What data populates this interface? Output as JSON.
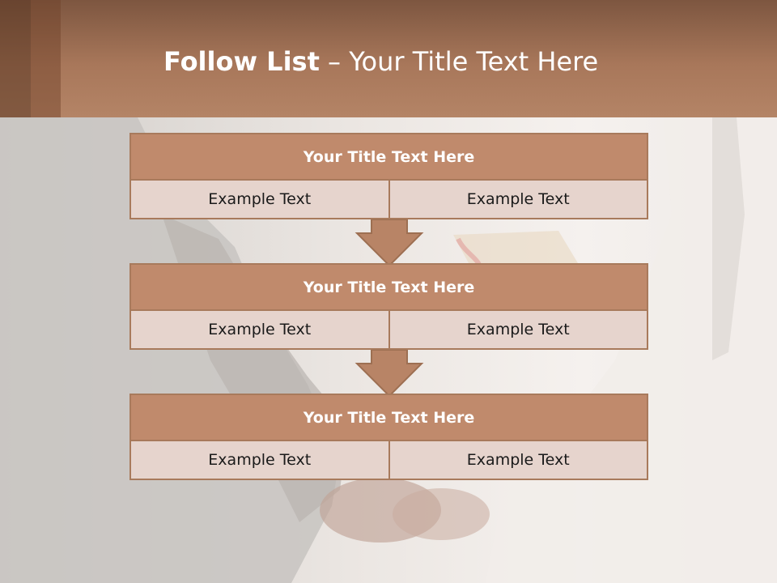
{
  "slide": {
    "title_bold": "Follow List",
    "title_rest": " – Your Title Text Here"
  },
  "flow": [
    {
      "title": "Your Title Text Here",
      "left": "Example Text",
      "right": "Example Text"
    },
    {
      "title": "Your Title Text Here",
      "left": "Example Text",
      "right": "Example Text"
    },
    {
      "title": "Your Title Text Here",
      "left": "Example Text",
      "right": "Example Text"
    }
  ],
  "colors": {
    "header_brown": "#a8775a",
    "box_title_fill": "#c08a6c",
    "box_cell_fill": "#e6d4cd",
    "border": "#a87a5c"
  },
  "icons": [
    "down-arrow-icon",
    "down-arrow-icon"
  ]
}
